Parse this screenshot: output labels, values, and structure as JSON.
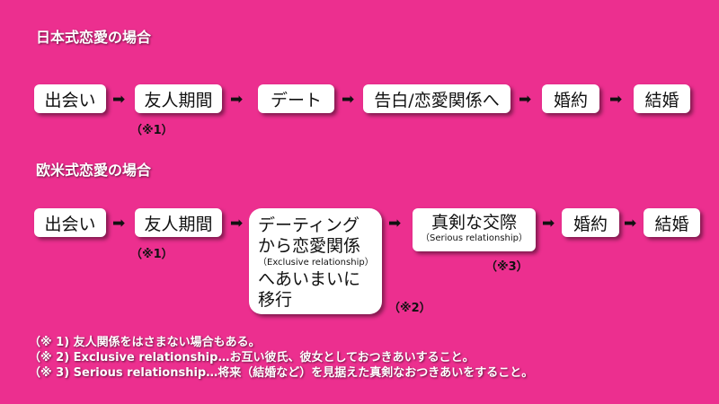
{
  "japanese": {
    "title": "日本式恋愛の場合",
    "steps": [
      "出会い",
      "友人期間",
      "デート",
      "告白/恋愛関係へ",
      "婚約",
      "結婚"
    ],
    "note1": "（※1）"
  },
  "western": {
    "title": "欧米式恋愛の場合",
    "step1": "出会い",
    "step2": "友人期間",
    "note1": "（※1）",
    "step3_line1": "デーティング",
    "step3_line2": "から恋愛関係",
    "step3_sub": "（Exclusive relationship）",
    "step3_line3": "へあいまいに",
    "step3_line4": "移行",
    "note2": "（※2）",
    "step4": "真剣な交際",
    "step4_sub": "（Serious relationship）",
    "note3": "（※3）",
    "step5": "婚約",
    "step6": "結婚"
  },
  "arrow_glyph": "➡",
  "footnotes": [
    "（※ 1) 友人関係をはさまない場合もある。",
    "（※ 2) Exclusive relationship…お互い彼氏、彼女としておつきあいすること。",
    "（※ 3) Serious relationship…将来（結婚など）を見据えた真剣なおつきあいをすること。"
  ],
  "colors": {
    "background": "#ec2f8f",
    "box": "#ffffff"
  }
}
